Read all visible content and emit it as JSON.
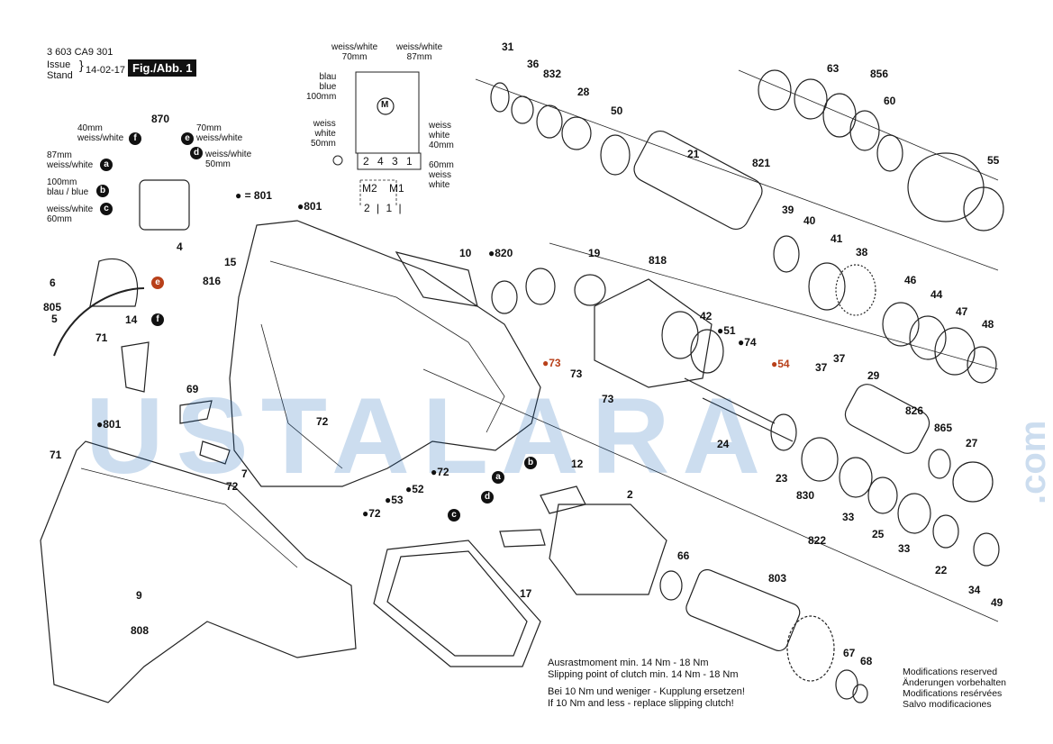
{
  "header": {
    "doc_number": "3 603 CA9 301",
    "issue_label": "Issue",
    "stand_label": "Stand",
    "date": "14-02-17",
    "fig_label": "Fig./Abb. 1"
  },
  "wiring": {
    "top_left": [
      "weiss/white",
      "70mm"
    ],
    "top_right": [
      "weiss/white",
      "87mm"
    ],
    "blau": [
      "blau",
      "blue",
      "100mm"
    ],
    "weiss_left": [
      "weiss",
      "white",
      "50mm"
    ],
    "weiss_right": [
      "weiss",
      "white",
      "40mm"
    ],
    "weiss_bottom": [
      "60mm",
      "weiss",
      "white"
    ],
    "terminals": "2 4 3 1",
    "m2": "M2",
    "m1": "M1",
    "bottom_terms": "2 | 1 |",
    "motor": "M"
  },
  "switch_labels": {
    "l40": [
      "40mm",
      "weiss/white"
    ],
    "l87": [
      "87mm",
      "weiss/white"
    ],
    "l100": [
      "100mm",
      "blau / blue"
    ],
    "l60": [
      "weiss/white",
      "60mm"
    ],
    "r70": [
      "70mm",
      "weiss/white"
    ],
    "r50": [
      "weiss/white",
      "50mm"
    ],
    "part_870": "870",
    "part_4": "4"
  },
  "legend_801": "= 801",
  "letters": {
    "a": "a",
    "b": "b",
    "c": "c",
    "d": "d",
    "e": "e",
    "f": "f"
  },
  "parts": [
    {
      "id": "p31",
      "t": "31"
    },
    {
      "id": "p36",
      "t": "36"
    },
    {
      "id": "p832",
      "t": "832"
    },
    {
      "id": "p28",
      "t": "28"
    },
    {
      "id": "p50",
      "t": "50"
    },
    {
      "id": "p21",
      "t": "21"
    },
    {
      "id": "p821",
      "t": "821"
    },
    {
      "id": "p63",
      "t": "63"
    },
    {
      "id": "p856",
      "t": "856"
    },
    {
      "id": "p60",
      "t": "60"
    },
    {
      "id": "p55",
      "t": "55"
    },
    {
      "id": "p39",
      "t": "39"
    },
    {
      "id": "p40",
      "t": "40"
    },
    {
      "id": "p41",
      "t": "41"
    },
    {
      "id": "p38",
      "t": "38"
    },
    {
      "id": "p46",
      "t": "46"
    },
    {
      "id": "p44",
      "t": "44"
    },
    {
      "id": "p47",
      "t": "47"
    },
    {
      "id": "p48",
      "t": "48"
    },
    {
      "id": "p801a",
      "t": "●801"
    },
    {
      "id": "p10",
      "t": "10"
    },
    {
      "id": "p820",
      "t": "●820"
    },
    {
      "id": "p19",
      "t": "19"
    },
    {
      "id": "p818",
      "t": "818"
    },
    {
      "id": "p42",
      "t": "42"
    },
    {
      "id": "p51",
      "t": "●51"
    },
    {
      "id": "p74",
      "t": "●74"
    },
    {
      "id": "p54",
      "t": "●54"
    },
    {
      "id": "p37a",
      "t": "37"
    },
    {
      "id": "p37b",
      "t": "37"
    },
    {
      "id": "p29",
      "t": "29"
    },
    {
      "id": "p826",
      "t": "826"
    },
    {
      "id": "p865",
      "t": "865"
    },
    {
      "id": "p27",
      "t": "27"
    },
    {
      "id": "p73a",
      "t": "●73"
    },
    {
      "id": "p73b",
      "t": "73"
    },
    {
      "id": "p73c",
      "t": "73"
    },
    {
      "id": "p6",
      "t": "6"
    },
    {
      "id": "p805",
      "t": "805"
    },
    {
      "id": "p5",
      "t": "5"
    },
    {
      "id": "p816",
      "t": "816"
    },
    {
      "id": "p15",
      "t": "15"
    },
    {
      "id": "p14",
      "t": "14"
    },
    {
      "id": "p71a",
      "t": "71"
    },
    {
      "id": "p69",
      "t": "69"
    },
    {
      "id": "p72a",
      "t": "72"
    },
    {
      "id": "p801b",
      "t": "●801"
    },
    {
      "id": "p71b",
      "t": "71"
    },
    {
      "id": "p7",
      "t": "7"
    },
    {
      "id": "p72b",
      "t": "72"
    },
    {
      "id": "p52",
      "t": "●52"
    },
    {
      "id": "p53",
      "t": "●53"
    },
    {
      "id": "p72c",
      "t": "●72"
    },
    {
      "id": "p72d",
      "t": "●72"
    },
    {
      "id": "p12",
      "t": "12"
    },
    {
      "id": "p2",
      "t": "2"
    },
    {
      "id": "p24",
      "t": "24"
    },
    {
      "id": "p23",
      "t": "23"
    },
    {
      "id": "p830",
      "t": "830"
    },
    {
      "id": "p822",
      "t": "822"
    },
    {
      "id": "p33a",
      "t": "33"
    },
    {
      "id": "p25",
      "t": "25"
    },
    {
      "id": "p33b",
      "t": "33"
    },
    {
      "id": "p22",
      "t": "22"
    },
    {
      "id": "p34",
      "t": "34"
    },
    {
      "id": "p49",
      "t": "49"
    },
    {
      "id": "p66",
      "t": "66"
    },
    {
      "id": "p803",
      "t": "803"
    },
    {
      "id": "p67",
      "t": "67"
    },
    {
      "id": "p68",
      "t": "68"
    },
    {
      "id": "p17",
      "t": "17"
    },
    {
      "id": "p9",
      "t": "9"
    },
    {
      "id": "p808",
      "t": "808"
    }
  ],
  "clutch_note": [
    "Ausrastmoment min. 14 Nm - 18 Nm",
    "Slipping point of clutch min. 14 Nm - 18 Nm",
    "Bei 10 Nm und weniger - Kupplung ersetzen!",
    "If 10 Nm and less - replace slipping clutch!"
  ],
  "modifications": [
    "Modifications reserved",
    "Änderungen vorbehalten",
    "Modifications resérvées",
    "Salvo modificaciones"
  ],
  "watermark": {
    "main": "USTALARA",
    "side": ".com"
  }
}
